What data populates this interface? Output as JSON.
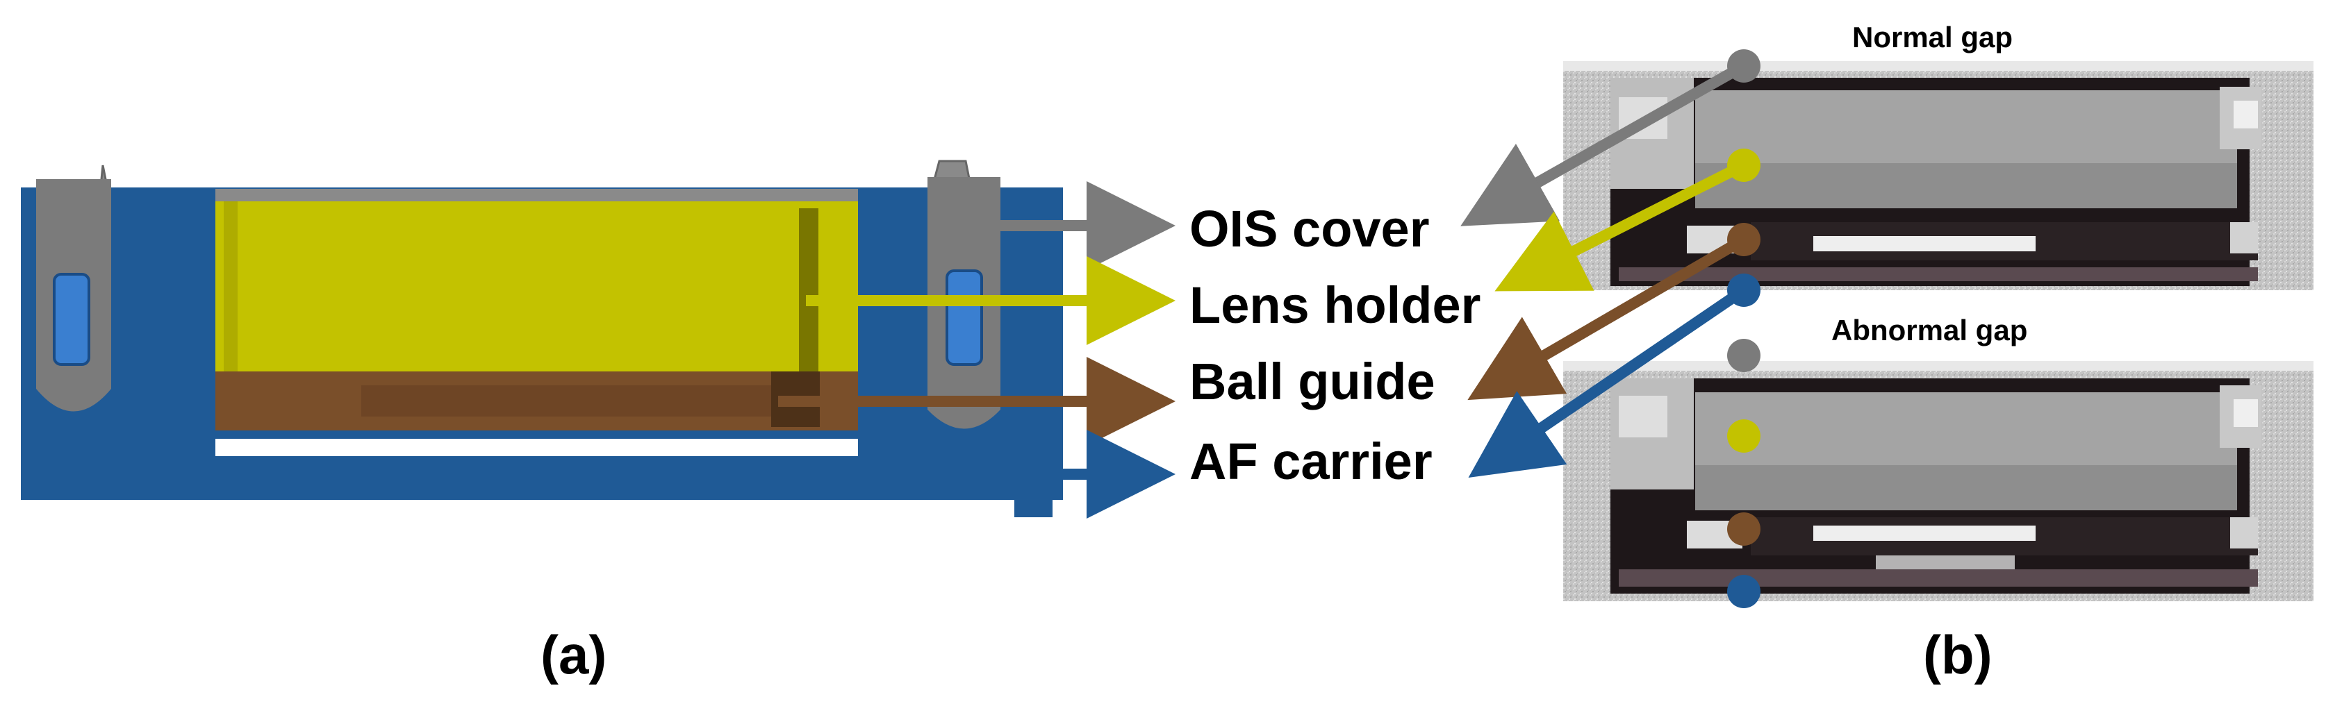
{
  "colors": {
    "af_carrier": "#1f5a96",
    "ois_cover": "#7b7b7b",
    "lens_holder": "#c3c200",
    "ball_guide": "#7a4f2a",
    "blue_detail": "#2d6fb6",
    "photo_background": "#c9c9c9"
  },
  "labels": {
    "ois_cover": "OIS cover",
    "lens_holder": "Lens holder",
    "ball_guide": "Ball guide",
    "af_carrier": "AF carrier"
  },
  "photos": {
    "normal_title": "Normal gap",
    "abnormal_title": "Abnormal gap"
  },
  "panels": {
    "a": "(a)",
    "b": "(b)"
  }
}
